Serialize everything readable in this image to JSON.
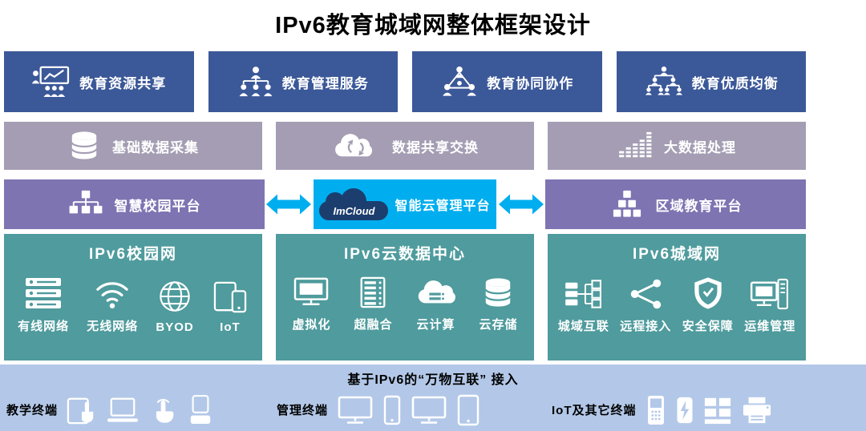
{
  "title": "IPv6教育城域网整体框架设计",
  "colors": {
    "dark_blue": "#3b5898",
    "gray_purple": "#a49db3",
    "purple": "#7e74b2",
    "cyan": "#00aeef",
    "cyan_deep": "#1c3e6e",
    "teal": "#4f9b9d",
    "light_blue": "#b3c8e8"
  },
  "application_layer": {
    "items": [
      {
        "label": "教育资源共享",
        "icon": "presentation-icon"
      },
      {
        "label": "教育管理服务",
        "icon": "org-chart-icon"
      },
      {
        "label": "教育协同协作",
        "icon": "collaboration-icon"
      },
      {
        "label": "教育优质均衡",
        "icon": "balance-tree-icon"
      }
    ]
  },
  "data_layer": {
    "items": [
      {
        "label": "基础数据采集",
        "icon": "database-icon"
      },
      {
        "label": "数据共享交换",
        "icon": "cloud-sync-icon"
      },
      {
        "label": "大数据处理",
        "icon": "bigdata-bars-icon"
      }
    ]
  },
  "platform_layer": {
    "left": {
      "label": "智慧校园平台",
      "icon": "campus-nodes-icon"
    },
    "center": {
      "brand": "ImCloud",
      "label": "智能云管理平台",
      "icon": "imcloud-cloud-logo"
    },
    "right": {
      "label": "区域教育平台",
      "icon": "blocks-pyramid-icon"
    }
  },
  "network_layer": {
    "panels": [
      {
        "title": "IPv6校园网",
        "items": [
          {
            "label": "有线网络",
            "icon": "wired-network-icon"
          },
          {
            "label": "无线网络",
            "icon": "wifi-icon"
          },
          {
            "label": "BYOD",
            "icon": "globe-icon"
          },
          {
            "label": "IoT",
            "icon": "devices-icon"
          }
        ]
      },
      {
        "title": "IPv6云数据中心",
        "items": [
          {
            "label": "虚拟化",
            "icon": "virtualization-monitor-icon"
          },
          {
            "label": "超融合",
            "icon": "hyperconverged-rack-icon"
          },
          {
            "label": "云计算",
            "icon": "cloud-computing-icon"
          },
          {
            "label": "云存储",
            "icon": "cloud-storage-icon"
          }
        ]
      },
      {
        "title": "IPv6城域网",
        "items": [
          {
            "label": "城域互联",
            "icon": "man-interconnect-icon"
          },
          {
            "label": "远程接入",
            "icon": "remote-access-icon"
          },
          {
            "label": "安全保障",
            "icon": "security-shield-icon"
          },
          {
            "label": "运维管理",
            "icon": "ops-management-icon"
          }
        ]
      }
    ]
  },
  "terminal_layer": {
    "title": "基于IPv6的“万物互联” 接入",
    "groups": [
      {
        "label": "教学终端",
        "icons": [
          "tablet-touch-icon",
          "laptop-icon",
          "touch-hand-icon",
          "flip-phone-icon"
        ]
      },
      {
        "label": "管理终端",
        "icons": [
          "monitor-outline-icon",
          "phone-outline-icon",
          "monitor-outline-icon",
          "tablet-outline-icon"
        ]
      },
      {
        "label": "IoT及其它终端",
        "icons": [
          "cellphone-icon",
          "power-bank-icon",
          "building-blocks-icon",
          "printer-icon"
        ]
      }
    ]
  }
}
